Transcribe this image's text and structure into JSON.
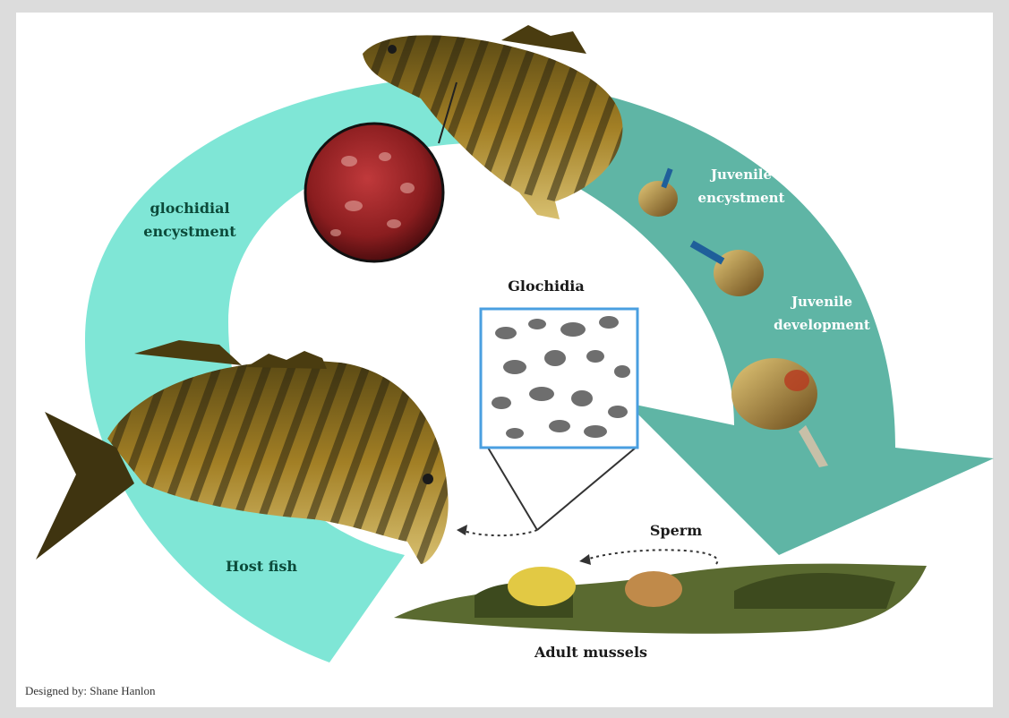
{
  "labels": {
    "glochidial_encystment_line1": "glochidial",
    "glochidial_encystment_line2": "encystment",
    "juvenile_encystment_line1": "Juvenile",
    "juvenile_encystment_line2": "encystment",
    "juvenile_development_line1": "Juvenile",
    "juvenile_development_line2": "development",
    "glochidia": "Glochidia",
    "sperm": "Sperm",
    "host_fish": "Host fish",
    "adult_mussels": "Adult mussels"
  },
  "credit": "Designed by: Shane Hanlon",
  "colors": {
    "frame": "#dcdcdc",
    "background": "#ffffff",
    "arrow_light": "#7fe6d6",
    "arrow_dark": "#5fb5a5",
    "label_dark": "#0c4a3a",
    "label_light": "#ffffff",
    "fish_body": "#8a6a1c",
    "fish_stripes": "#2a2410",
    "cyst_red": "#8a1d1f",
    "inset_border": "#4a9fe0",
    "sediment": "#5a6a30"
  },
  "icons": {
    "host_fish_large": "fish-icon",
    "host_fish_top": "fish-icon",
    "cyst_magnifier": "encysted-glochidia-icon",
    "glochidia_micrograph": "glochidia-micrograph-icon",
    "juvenile_mussels": "juvenile-mussel-icon",
    "adult_mussels": "mussel-bed-icon"
  }
}
